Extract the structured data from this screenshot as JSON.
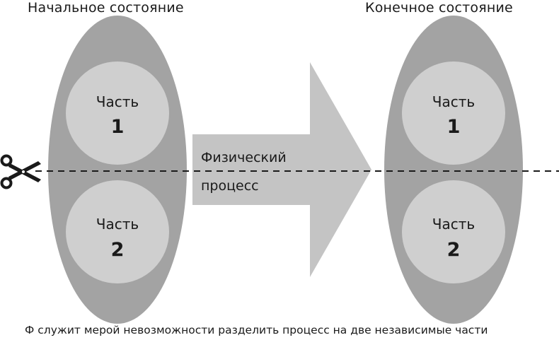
{
  "titles": {
    "initial": "Начальное состояние",
    "final": "Конечное состояние"
  },
  "initial_state": {
    "parts": [
      {
        "label": "Часть",
        "number": "1"
      },
      {
        "label": "Часть",
        "number": "2"
      }
    ]
  },
  "final_state": {
    "parts": [
      {
        "label": "Часть",
        "number": "1"
      },
      {
        "label": "Часть",
        "number": "2"
      }
    ]
  },
  "process": {
    "line1": "Физический",
    "line2": "процесс"
  },
  "caption": "Ф служит мерой невозможности разделить процесс на две независимые части",
  "icons": {
    "cut": "scissors-icon"
  },
  "colors": {
    "ellipse": "#a3a3a3",
    "circle": "#cfcfcf",
    "arrow": "#c4c4c4",
    "text": "#1a1a1a",
    "dash": "#1a1a1a"
  }
}
